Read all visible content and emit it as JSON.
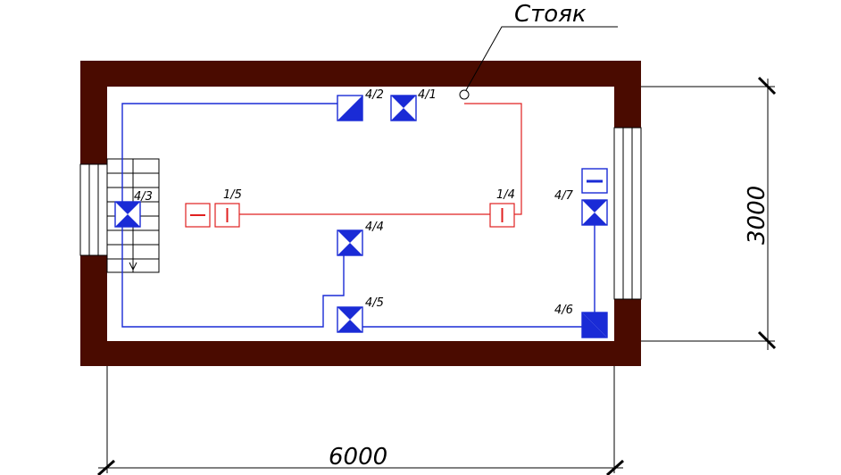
{
  "colors": {
    "wall": "#4a0b00",
    "cold_line": "#1a2bd6",
    "hot_line": "#e02020",
    "device_fill": "#1a2bd6",
    "dim_line": "#000000"
  },
  "labels": {
    "riser": "Стояк",
    "width_dim": "6000",
    "height_dim": "3000",
    "d_4_1": "4/1",
    "d_4_2": "4/2",
    "d_4_3": "4/3",
    "d_4_4": "4/4",
    "d_4_5": "4/5",
    "d_4_6": "4/6",
    "d_4_7": "4/7",
    "d_1_4": "1/4",
    "d_1_5": "1/5"
  }
}
